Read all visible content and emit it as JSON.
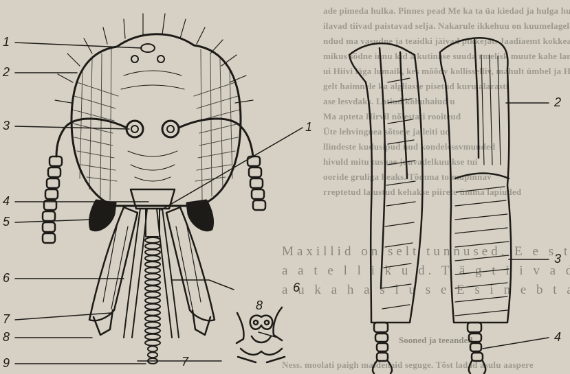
{
  "background_text": {
    "paragraph_lines": [
      "ade pimeda hulka. Pinnes pead Me ka ta üa kiedad ja hulga hulgu mollas, kur",
      "ilavad tiivad paistavad selja. Nakarule ikkehuu on kuumelagele ajasema ja seliu",
      "ndud ma vasudne ja teaidki jäivad pikkejat. Jaadiaemt kokkeas mänagadel",
      "mikus sõdne iunu kid a kutinase suuda rmelisk muute kahe lambele adagae",
      "ui Hiivi läga lumaik, kes mõõdy kollisselliv, mahult ümbel ja Hävita",
      "gelt haimnele ka algliasse pisetud kuru alarasti",
      "ase lesvdaks. Latiud kõhuhaiud u",
      "Ma apteta Hirvil nõlestati rooiteud",
      "Üte lehvingnea sõtsele ja leiti ud",
      "llindeste kudusipud nud kondelessvmuuded",
      "hivuld mitu tusuae juuvadelkuu kse tui",
      "ooride gruliga heaks. Tõmma tolmupinnav",
      "rreptetud lalustud kehakse piirete ümma lapiuded"
    ],
    "section_heading_a": "Maxillid on selle tunnused.",
    "spaced_lines": [
      "Maxillid on selt tunnused. E e s t i l e m e n t i d e g a",
      "a a t e l l i k u d. T ä g t i i v a d  o n  t a r d e  s m e h t i v a d",
      "a u k a h a s l u s e  E s i n e b  t a i n e  s t"
    ],
    "subheading": "Sooned ja teeanded.",
    "bottom_line": "Ness. moolati paigh maldenaid seguge. Tõst ladad asulu aaspere"
  },
  "figure": {
    "head_labels": [
      "1",
      "2",
      "3",
      "4",
      "5",
      "6",
      "7",
      "8",
      "9"
    ],
    "inner_labels": {
      "a": "1",
      "b": "6",
      "c": "7",
      "d": "8"
    },
    "leg_labels": [
      "2",
      "3",
      "4"
    ]
  },
  "colors": {
    "paper": "#d6d1c4",
    "ink": "#1d1b18",
    "faded_text": "#6f6c66"
  }
}
